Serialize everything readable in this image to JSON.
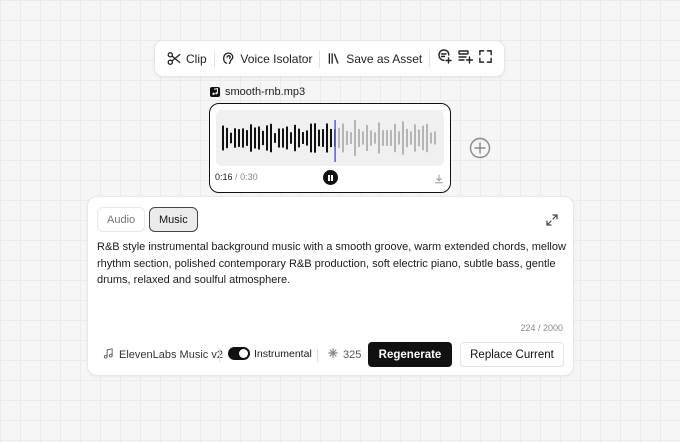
{
  "toolbar": {
    "clip_label": "Clip",
    "voice_isolator_label": "Voice Isolator",
    "save_asset_label": "Save as Asset"
  },
  "file": {
    "name": "smooth-rnb.mp3"
  },
  "player": {
    "current_time": "0:16",
    "separator": "/",
    "total_time": "0:30",
    "progress": 0.52,
    "played_color": "#111111",
    "unplayed_color": "#b5b5b5",
    "playhead_color": "#6b64d6"
  },
  "editor": {
    "tabs": [
      {
        "label": "Audio",
        "active": false
      },
      {
        "label": "Music",
        "active": true
      }
    ],
    "prompt": "R&B style instrumental background music with a smooth groove, warm extended chords, mellow rhythm section, polished contemporary R&B production, soft electric piano, subtle bass, gentle drums, relaxed and soulful atmosphere.",
    "char_count": "224 / 2000",
    "model_label": "ElevenLabs Music v2",
    "instrumental_label": "Instrumental",
    "instrumental_on": true,
    "credits": "325",
    "regenerate_label": "Regenerate",
    "replace_label": "Replace Current"
  },
  "icons": {
    "clip": "scissors-icon",
    "voice_isolator": "voice-isolator-icon",
    "save_asset": "library-icon",
    "add_to_queue": "queue-add-icon",
    "playlist_add": "playlist-add-icon",
    "fullscreen": "fullscreen-icon",
    "file": "music-note-icon",
    "add": "plus-circle-icon",
    "expand": "expand-icon",
    "model": "music-note-icon",
    "credits": "asterisk-icon"
  }
}
